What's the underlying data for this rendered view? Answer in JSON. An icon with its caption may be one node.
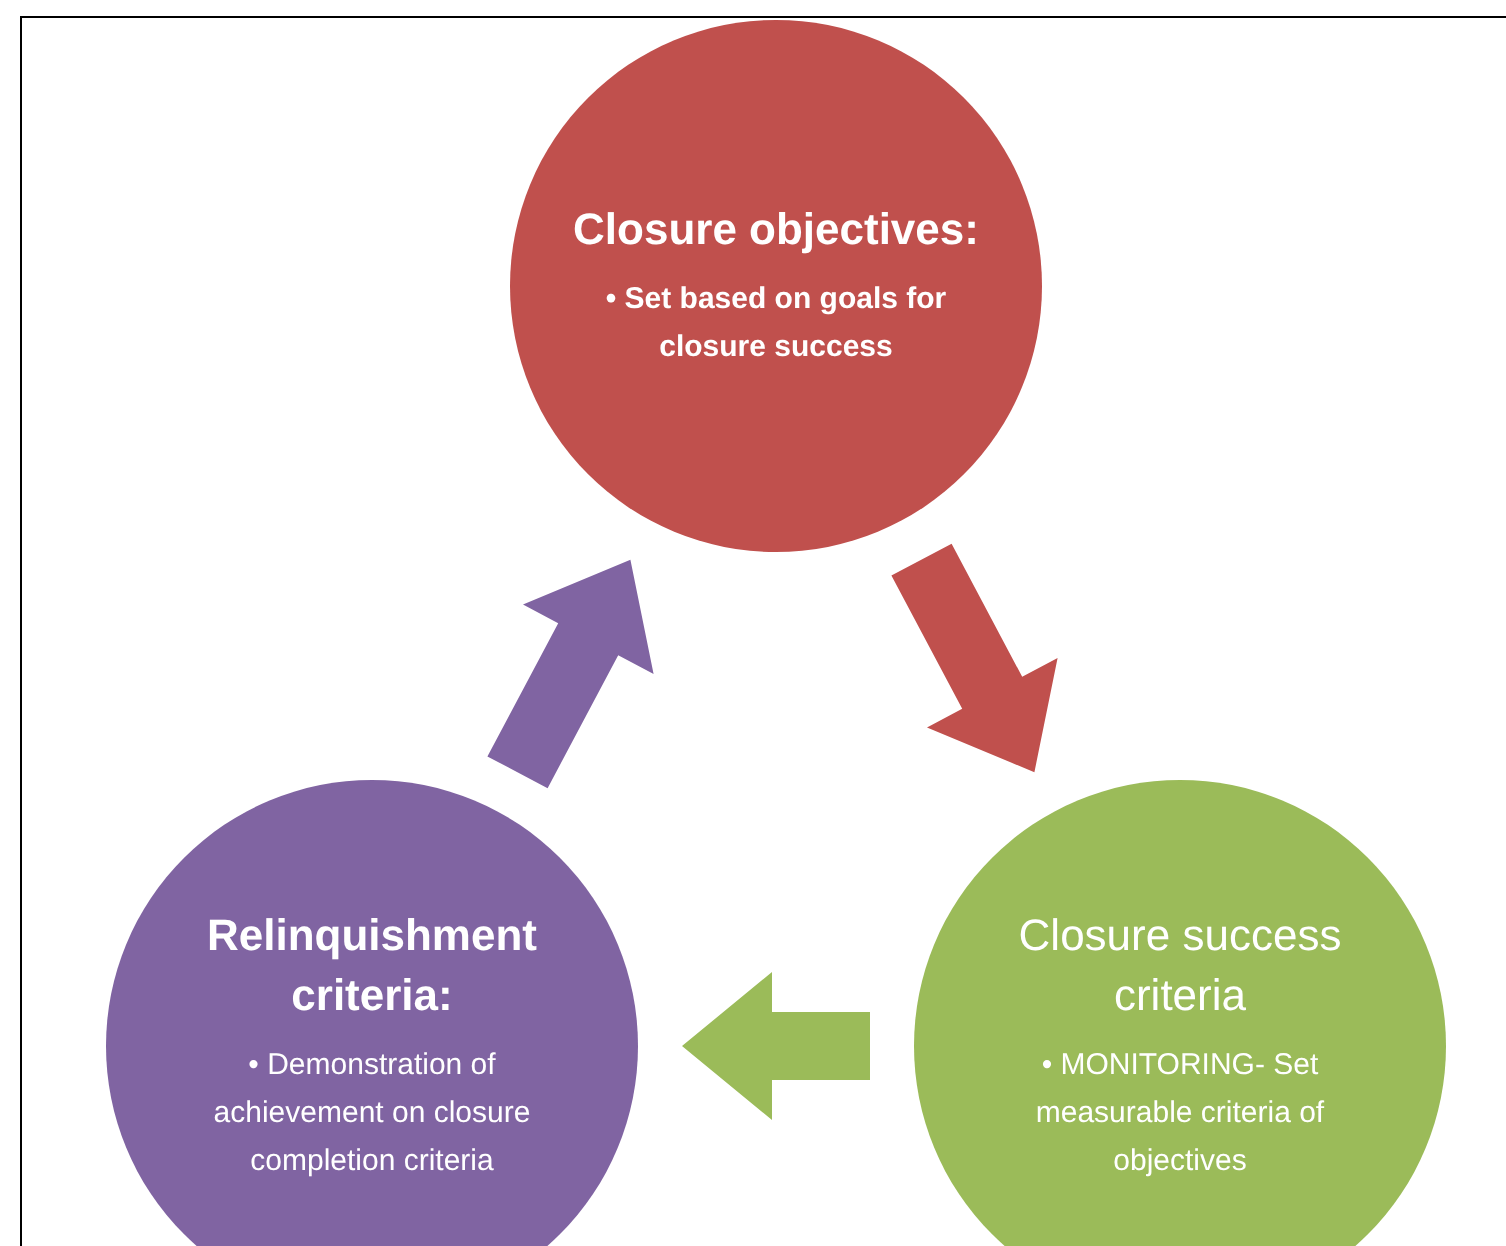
{
  "diagram": {
    "nodes": [
      {
        "text": [
          "Closure objectives:",
          "• Set based on goals for closure success"
        ]
      },
      {
        "text": [
          "Closure success criteria",
          "• MONITORING- Set measurable criteria of objectives"
        ]
      },
      {
        "text": [
          "Relinquishment criteria:",
          "• Demonstration of achievement on closure completion criteria"
        ]
      }
    ],
    "edges": [
      {
        "from": 0,
        "to": 1,
        "arrow": "to",
        "color": "#c0504d"
      },
      {
        "from": 1,
        "to": 2,
        "arrow": "to",
        "color": "#9bbb59"
      },
      {
        "from": 2,
        "to": 0,
        "arrow": "to",
        "color": "#8064a2"
      }
    ]
  }
}
